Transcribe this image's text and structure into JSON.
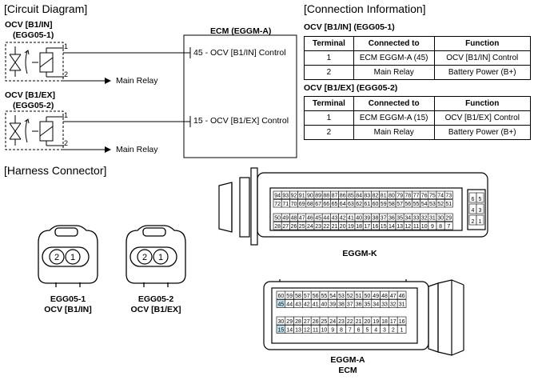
{
  "circuit": {
    "heading": "[Circuit Diagram]",
    "ocv_in": {
      "name": "OCV [B1/IN]",
      "code": "(EGG05-1)",
      "pin1": "1",
      "pin2": "2",
      "relay": "Main Relay"
    },
    "ocv_ex": {
      "name": "OCV [B1/EX]",
      "code": "(EGG05-2)",
      "pin1": "1",
      "pin2": "2",
      "relay": "Main Relay"
    },
    "ecm": {
      "title": "ECM (EGGM-A)",
      "pin_in": "45 - OCV [B1/IN] Control",
      "pin_ex": "15 - OCV [B1/EX] Control"
    }
  },
  "connection": {
    "heading": "[Connection Information]",
    "tables": [
      {
        "title": "OCV [B1/IN] (EGG05-1)",
        "headers": [
          "Terminal",
          "Connected to",
          "Function"
        ],
        "rows": [
          [
            "1",
            "ECM EGGM-A (45)",
            "OCV [B1/IN] Control"
          ],
          [
            "2",
            "Main Relay",
            "Battery Power (B+)"
          ]
        ]
      },
      {
        "title": "OCV [B1/EX] (EGG05-2)",
        "headers": [
          "Terminal",
          "Connected to",
          "Function"
        ],
        "rows": [
          [
            "1",
            "ECM EGGM-A (15)",
            "OCV [B1/EX] Control"
          ],
          [
            "2",
            "Main Relay",
            "Battery Power (B+)"
          ]
        ]
      }
    ]
  },
  "harness": {
    "heading": "[Harness Connector]",
    "egg05_1": {
      "label1": "EGG05-1",
      "label2": "OCV [B1/IN]",
      "pins": [
        "2",
        "1"
      ]
    },
    "egg05_2": {
      "label1": "EGG05-2",
      "label2": "OCV [B1/EX]",
      "pins": [
        "2",
        "1"
      ]
    },
    "eggm_k": {
      "label": "EGGM-K",
      "rows": [
        [
          "94",
          "93",
          "92",
          "91",
          "90",
          "89",
          "88",
          "87",
          "86",
          "85",
          "84",
          "83",
          "82",
          "81",
          "80",
          "79",
          "78",
          "77",
          "76",
          "75",
          "74",
          "73"
        ],
        [
          "72",
          "71",
          "70",
          "69",
          "68",
          "67",
          "66",
          "65",
          "64",
          "63",
          "62",
          "61",
          "60",
          "59",
          "58",
          "57",
          "56",
          "55",
          "54",
          "53",
          "52",
          "51"
        ],
        [
          "50",
          "49",
          "48",
          "47",
          "46",
          "45",
          "44",
          "43",
          "42",
          "41",
          "40",
          "39",
          "38",
          "37",
          "36",
          "35",
          "34",
          "33",
          "32",
          "31",
          "30",
          "29"
        ],
        [
          "28",
          "27",
          "26",
          "25",
          "24",
          "23",
          "22",
          "21",
          "20",
          "19",
          "18",
          "17",
          "16",
          "15",
          "14",
          "13",
          "12",
          "11",
          "10",
          "9",
          "8",
          "7"
        ]
      ],
      "side": [
        [
          "6",
          "5"
        ],
        [
          "4",
          "3"
        ],
        [
          "2",
          "1"
        ]
      ]
    },
    "eggm_a": {
      "label1": "EGGM-A",
      "label2": "ECM",
      "rows": [
        [
          "60",
          "59",
          "58",
          "57",
          "56",
          "55",
          "54",
          "53",
          "52",
          "51",
          "50",
          "49",
          "48",
          "47",
          "46"
        ],
        [
          "45",
          "44",
          "43",
          "42",
          "41",
          "40",
          "39",
          "38",
          "37",
          "36",
          "35",
          "34",
          "33",
          "32",
          "31"
        ],
        [
          "30",
          "29",
          "28",
          "27",
          "26",
          "25",
          "24",
          "23",
          "22",
          "21",
          "20",
          "19",
          "18",
          "17",
          "16"
        ],
        [
          "15",
          "14",
          "13",
          "12",
          "11",
          "10",
          "9",
          "8",
          "7",
          "6",
          "5",
          "4",
          "3",
          "2",
          "1"
        ]
      ],
      "highlight": [
        "45",
        "15"
      ],
      "highlight_color": "#bfe0ec"
    }
  }
}
